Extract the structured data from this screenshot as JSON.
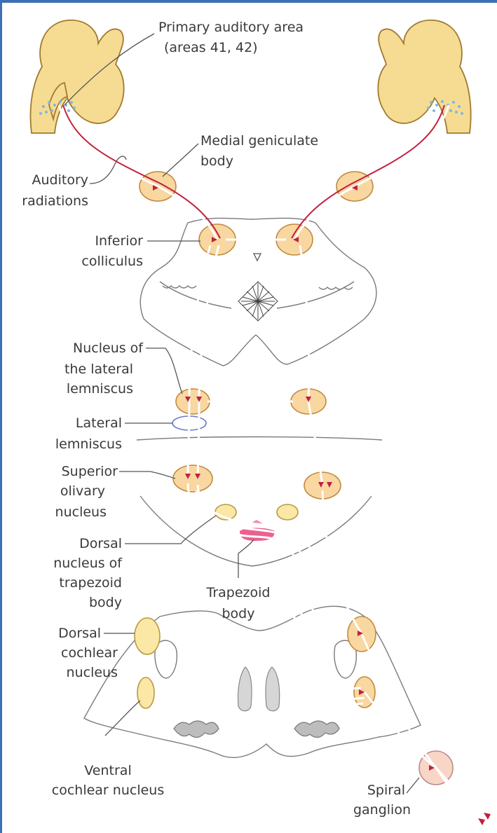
{
  "labels": {
    "primary_auditory_area": "Primary auditory area",
    "areas": "(areas 41, 42)",
    "medial_geniculate": "Medial geniculate",
    "body": "body",
    "auditory": "Auditory",
    "radiations": "radiations",
    "inferior": "Inferior",
    "colliculus": "colliculus",
    "nucleus_of": "Nucleus of",
    "the_lateral": "the lateral",
    "lemniscus": "lemniscus",
    "lateral": "Lateral",
    "lemniscus2": "lemniscus",
    "superior": "Superior",
    "olivary": "olivary",
    "nucleus": "nucleus",
    "dorsal": "Dorsal",
    "nucleus_of2": "nucleus of",
    "trapezoid": "trapezoid",
    "body2": "body",
    "trapezoid_body_1": "Trapezoid",
    "trapezoid_body_2": "body",
    "dorsal2": "Dorsal",
    "cochlear": "cochlear",
    "nucleus2": "nucleus",
    "ventral": "Ventral",
    "cochlear_nucleus": "cochlear nucleus",
    "spiral": "Spiral",
    "ganglion": "ganglion"
  },
  "colors": {
    "fiber": "#c2203d",
    "nucleus_fill": "#f9d7a0",
    "cortex_fill": "#f6dc92",
    "trapezoid_fill": "#e8457a",
    "frame": "#3d6fb4"
  }
}
